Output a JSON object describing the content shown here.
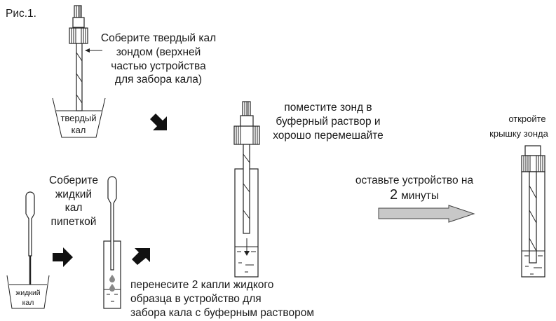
{
  "figure_label": "Рис.1.",
  "step_solid": {
    "lines": [
      "Соберите твердый кал",
      "зондом (верхней",
      "частью устройства",
      "для забора кала)"
    ],
    "cup_label": [
      "твердый",
      "кал"
    ]
  },
  "step_mix": {
    "lines": [
      "поместите зонд в",
      "буферный раствор и",
      "хорошо перемешайте"
    ]
  },
  "step_wait": {
    "line1": "оставьте устройство на",
    "number": "2",
    "unit": "минуты"
  },
  "step_open": {
    "lines": [
      "откройте",
      "крышку зонда"
    ]
  },
  "step_liquid": {
    "lines": [
      "Соберите",
      "жидкий",
      "кал",
      "пипеткой"
    ],
    "cup_label": [
      "жидкий",
      "кал"
    ]
  },
  "step_transfer": {
    "lines": [
      "перенесите 2 капли жидкого",
      "образца в устройство для",
      "забора кала с буферным раствором"
    ]
  },
  "colors": {
    "ink": "#1a1a1a",
    "gray_arrow": "#c8c8c8"
  }
}
